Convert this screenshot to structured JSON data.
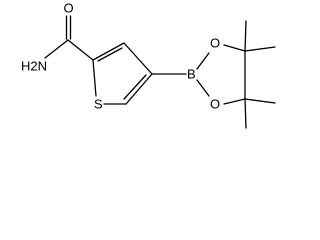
{
  "structure": {
    "atoms": {
      "carbonyl_oxygen": "O",
      "amide_nitrogen": "H2N",
      "ring_sulfur": "S",
      "boron": "B",
      "dioxaborolane_oxygen_top": "O",
      "dioxaborolane_oxygen_bottom": "O"
    }
  }
}
